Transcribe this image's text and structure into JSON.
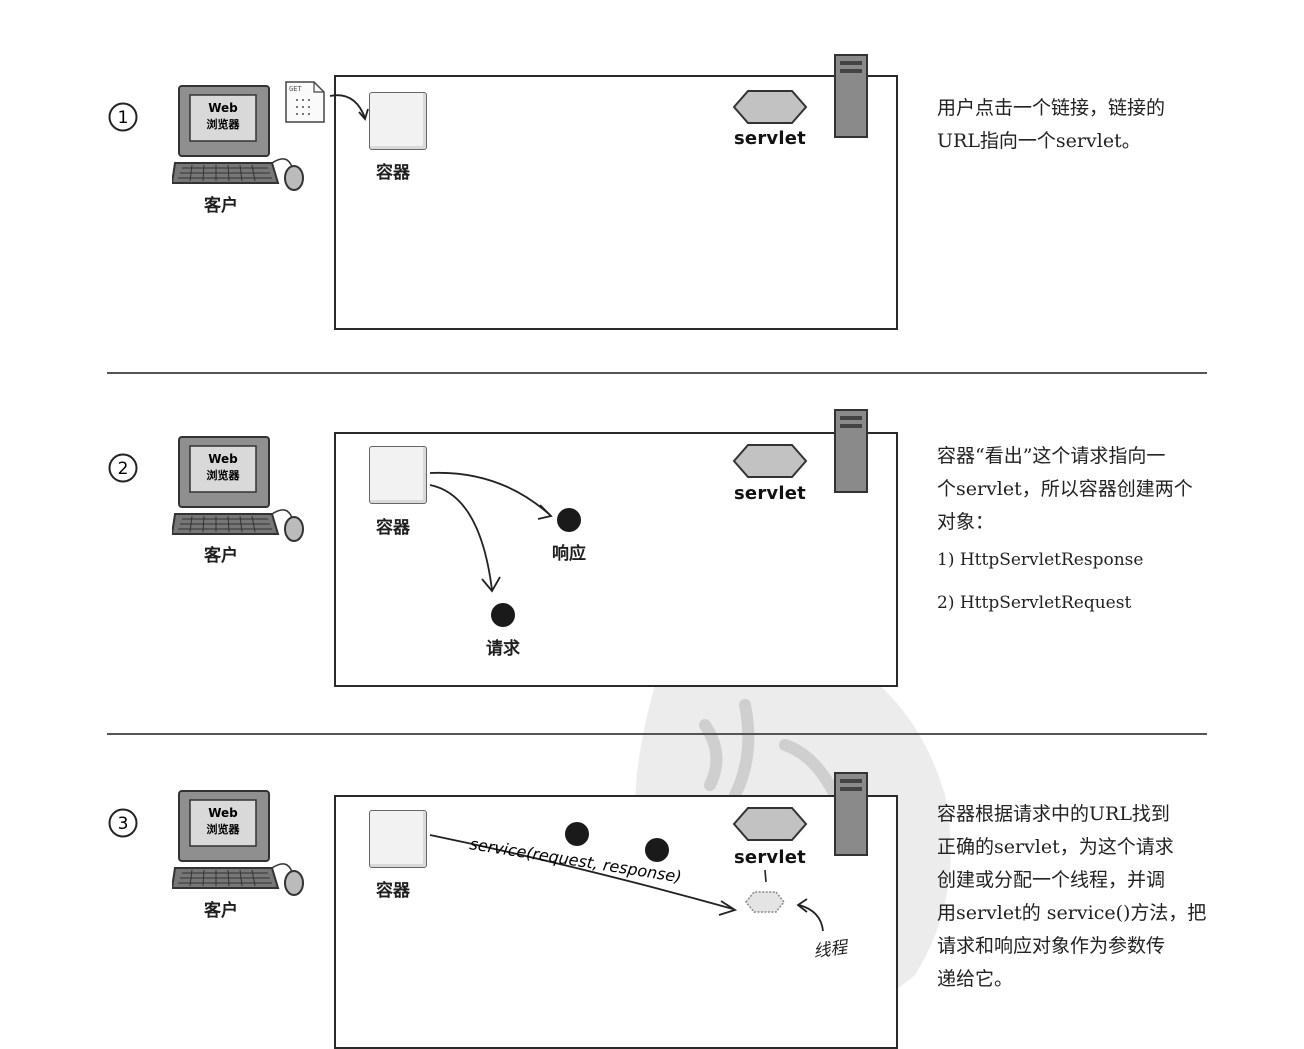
{
  "colors": {
    "line": "#2a2a2a",
    "dot": "#1a1a1a",
    "server": "#8a8a8a",
    "watermark": "#d8d8d8"
  },
  "steps": [
    {
      "number": "1",
      "browser_label": "Web\n浏览器",
      "browser_line1": "Web",
      "browser_line2": "浏览器",
      "client_label": "客户",
      "container_label": "容器",
      "servlet_label": "servlet",
      "request_doc_label": "GET",
      "caption": [
        "用户点击一个链接，链接的",
        "URL指向一个servlet。"
      ]
    },
    {
      "number": "2",
      "browser_line1": "Web",
      "browser_line2": "浏览器",
      "client_label": "客户",
      "container_label": "容器",
      "servlet_label": "servlet",
      "response_label": "响应",
      "request_label": "请求",
      "caption": [
        "容器“看出”这个请求指向一",
        "个servlet，所以容器创建两个",
        "对象："
      ],
      "caption_items": [
        "1) HttpServletResponse",
        "2) HttpServletRequest"
      ]
    },
    {
      "number": "3",
      "browser_line1": "Web",
      "browser_line2": "浏览器",
      "client_label": "客户",
      "container_label": "容器",
      "servlet_label": "servlet",
      "call_label": "service(request, response)",
      "thread_label": "线程",
      "caption": [
        "容器根据请求中的URL找到",
        "正确的servlet，为这个请求",
        "创建或分配一个线程，并调",
        "用servlet的 service()方法，把",
        "请求和响应对象作为参数传",
        "递给它。"
      ]
    }
  ]
}
